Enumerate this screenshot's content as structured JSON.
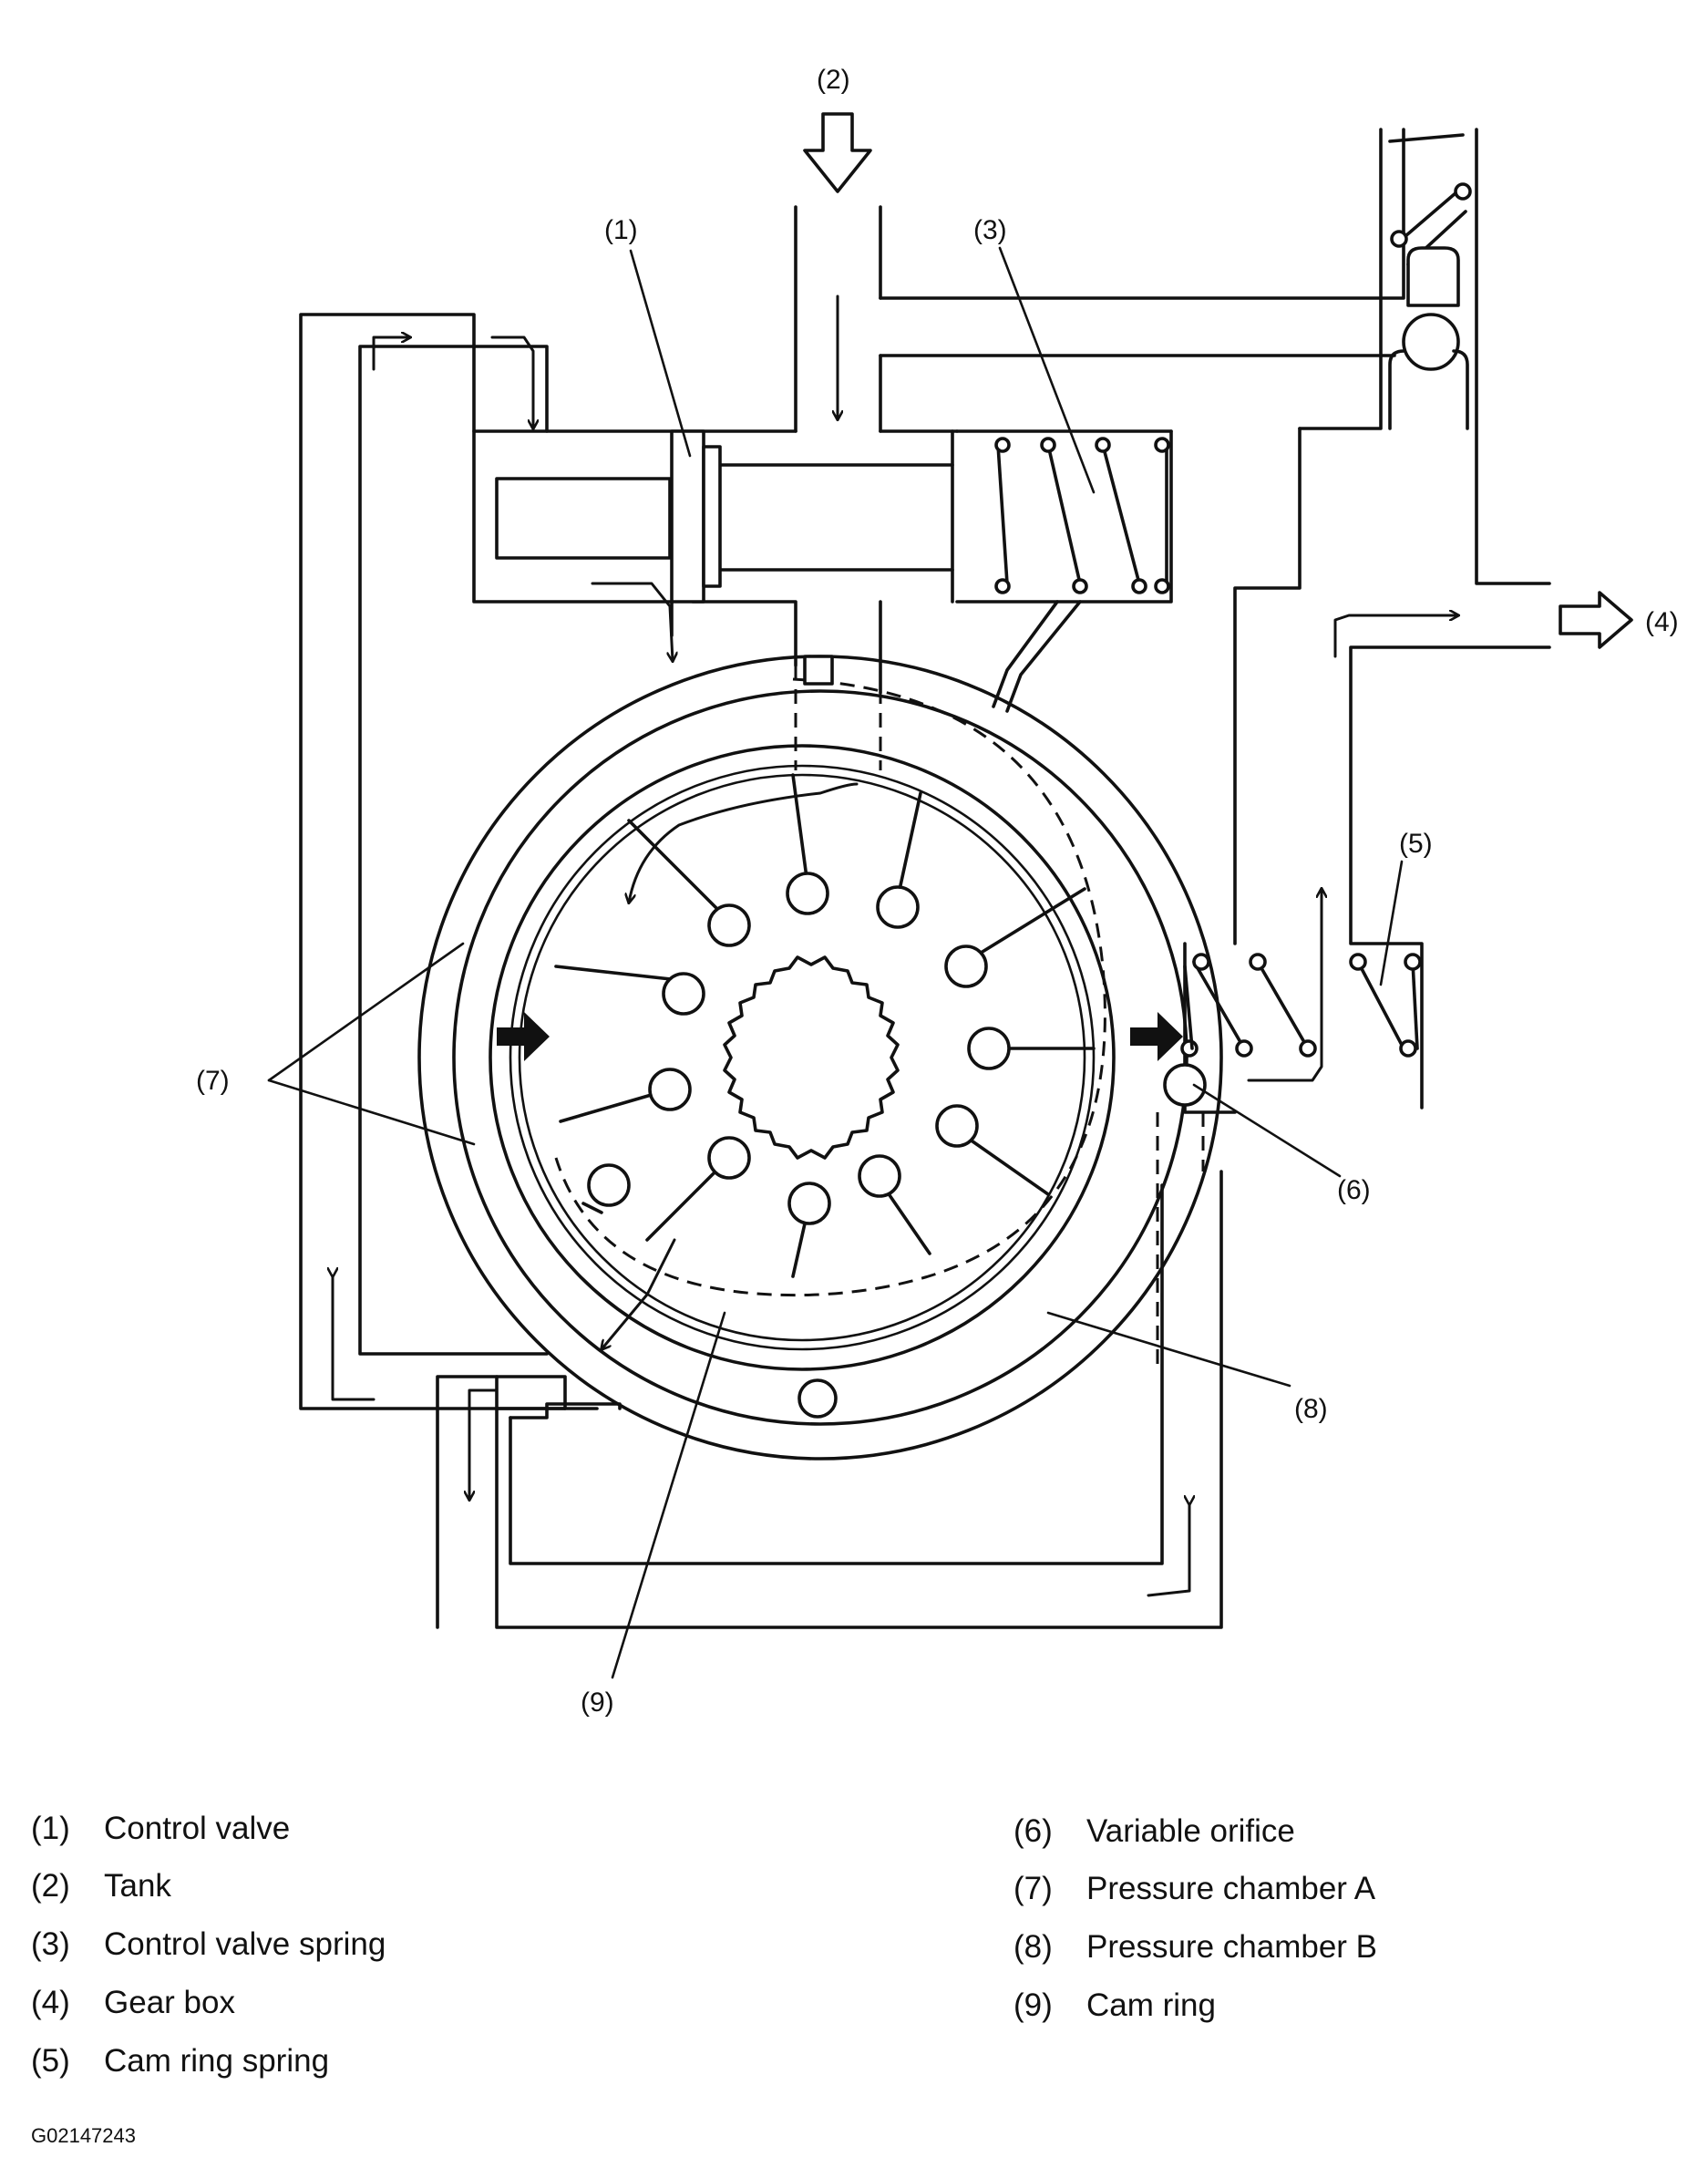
{
  "callouts": {
    "c1": "(1)",
    "c2": "(2)",
    "c3": "(3)",
    "c4": "(4)",
    "c5": "(5)",
    "c6": "(6)",
    "c7": "(7)",
    "c8": "(8)",
    "c9": "(9)"
  },
  "legend": [
    {
      "num": "(1)",
      "label": "Control valve"
    },
    {
      "num": "(2)",
      "label": "Tank"
    },
    {
      "num": "(3)",
      "label": "Control valve spring"
    },
    {
      "num": "(4)",
      "label": "Gear box"
    },
    {
      "num": "(5)",
      "label": "Cam ring spring"
    },
    {
      "num": "(6)",
      "label": "Variable orifice"
    },
    {
      "num": "(7)",
      "label": "Pressure chamber A"
    },
    {
      "num": "(8)",
      "label": "Pressure chamber B"
    },
    {
      "num": "(9)",
      "label": "Cam ring"
    }
  ],
  "figure_code": "G02147243"
}
